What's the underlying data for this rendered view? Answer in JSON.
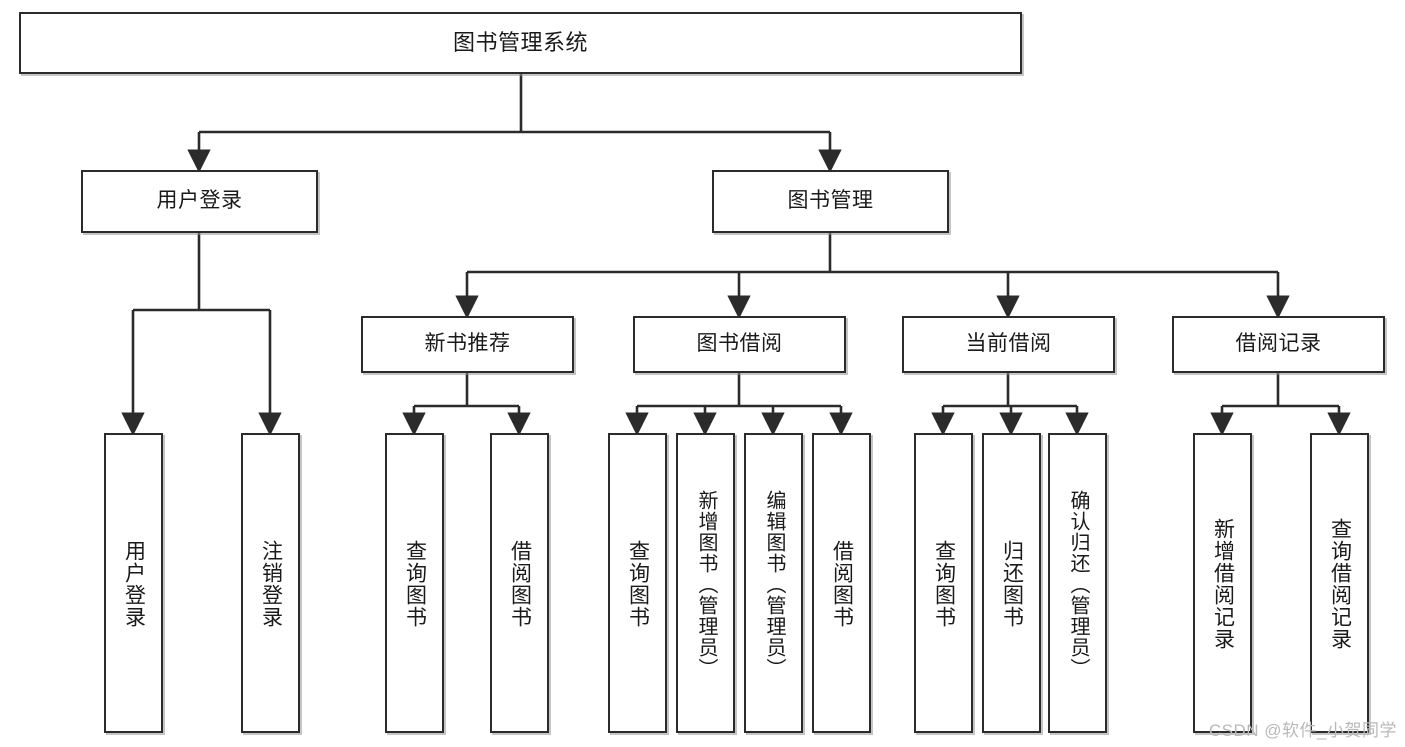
{
  "diagram": {
    "title": "图书管理系统",
    "type": "tree-hierarchy",
    "watermark": "CSDN @软件_小贺同学",
    "colors": {
      "stroke": "#2b2b2b",
      "fill": "#ffffff",
      "text": "#1a1a1a",
      "watermark": "#b9b9b9"
    },
    "nodes": {
      "root": {
        "label": "图书管理系统"
      },
      "level1": [
        {
          "id": "user-login",
          "label": "用户登录"
        },
        {
          "id": "book-manage",
          "label": "图书管理"
        }
      ],
      "level2": [
        {
          "id": "new-book-rec",
          "label": "新书推荐"
        },
        {
          "id": "book-borrow",
          "label": "图书借阅"
        },
        {
          "id": "current-borrow",
          "label": "当前借阅"
        },
        {
          "id": "borrow-record",
          "label": "借阅记录"
        }
      ],
      "leaves": {
        "user_login": [
          {
            "id": "leaf-user-login",
            "label": "用户登录"
          },
          {
            "id": "leaf-logout",
            "label": "注销登录"
          }
        ],
        "new_book_rec": [
          {
            "id": "leaf-query-book-1",
            "label": "查询图书"
          },
          {
            "id": "leaf-borrow-book-1",
            "label": "借阅图书"
          }
        ],
        "book_borrow": [
          {
            "id": "leaf-query-book-2",
            "label": "查询图书"
          },
          {
            "id": "leaf-add-book",
            "label": "新增图书（管理员）"
          },
          {
            "id": "leaf-edit-book",
            "label": "编辑图书（管理员）"
          },
          {
            "id": "leaf-borrow-book-2",
            "label": "借阅图书"
          }
        ],
        "current_borrow": [
          {
            "id": "leaf-query-book-3",
            "label": "查询图书"
          },
          {
            "id": "leaf-return-book",
            "label": "归还图书"
          },
          {
            "id": "leaf-confirm-return",
            "label": "确认归还（管理员）"
          }
        ],
        "borrow_record": [
          {
            "id": "leaf-add-record",
            "label": "新增借阅记录"
          },
          {
            "id": "leaf-query-record",
            "label": "查询借阅记录"
          }
        ]
      }
    }
  }
}
